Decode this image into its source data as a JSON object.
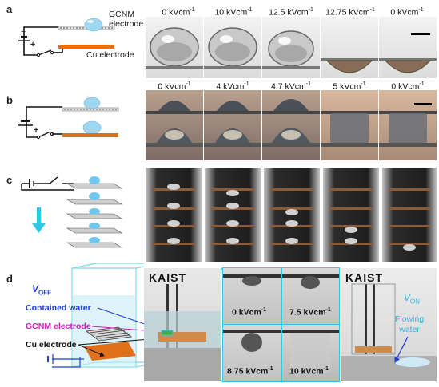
{
  "panels": {
    "a": {
      "label": "a",
      "electrode_top": "GCNM\nelectrode",
      "electrode_bottom": "Cu electrode",
      "fields": [
        "0 kVcm",
        "10 kVcm",
        "12.5 kVcm",
        "12.75 kVcm",
        "0 kVcm"
      ],
      "sup": "-1",
      "polarity_minus": "−",
      "polarity_plus": "+"
    },
    "b": {
      "label": "b",
      "fields": [
        "0 kVcm",
        "4 kVcm",
        "4.7 kVcm",
        "5 kVcm",
        "0 kVcm"
      ],
      "sup": "-1",
      "polarity_minus": "−",
      "polarity_plus": "+"
    },
    "c": {
      "label": "c"
    },
    "d": {
      "label": "d",
      "voff": "V",
      "voff_sub": "OFF",
      "von": "V",
      "von_sub": "ON",
      "contained_water": "Contained water",
      "gcnm_electrode": "GCNM electrode",
      "cu_electrode": "Cu electrode",
      "flowing_water": "Flowing\nwater",
      "logo1": "KAIST",
      "logo2": "KAIST",
      "insets": [
        "0 kVcm",
        "7.5 kVcm",
        "8.75 kVcm",
        "10 kVcm"
      ],
      "sup": "-1"
    }
  },
  "colors": {
    "cyan": "#30c8e8",
    "blue_label": "#1f3fd8",
    "magenta_label": "#d21ec2",
    "copper": "#e0701a"
  }
}
